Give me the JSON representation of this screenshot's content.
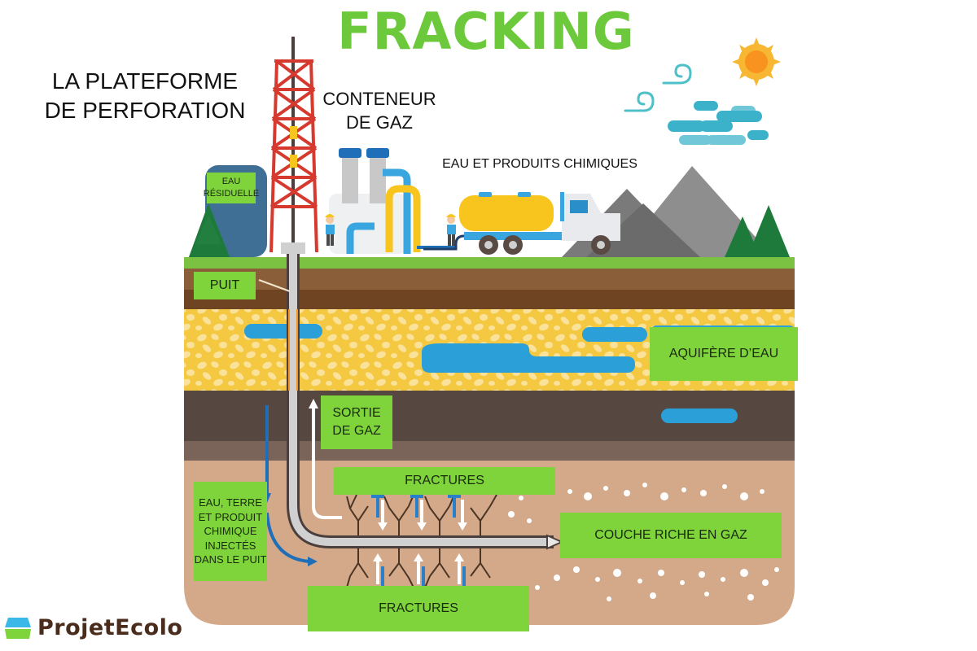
{
  "title": "FRACKING",
  "labels": {
    "drilling_platform": [
      "LA PLATEFORME",
      "DE PERFORATION"
    ],
    "gas_container": [
      "CONTENEUR",
      "DE GAZ"
    ],
    "water_chemicals": "EAU ET PRODUITS CHIMIQUES",
    "waste_water": [
      "EAU",
      "RÉSIDUELLE"
    ],
    "well": "PUIT",
    "aquifer": "AQUIFÈRE D’EAU",
    "gas_exit": [
      "SORTIE",
      "DE GAZ"
    ],
    "fractures_top": "FRACTURES",
    "fractures_bottom": "FRACTURES",
    "gas_rich_layer": "COUCHE RICHE EN GAZ",
    "injection": [
      "EAU, TERRE",
      "ET PRODUIT",
      "CHIMIQUE",
      "INJECTÉS",
      "DANS LE PUIT"
    ]
  },
  "logo": {
    "text": "ProjetEcolo"
  },
  "colors": {
    "title_green": "#6cc93c",
    "label_green": "#7ed43a",
    "grass": "#7cc242",
    "topsoil": "#8a5e38",
    "topsoil_dark": "#6e4422",
    "aquifer_sand": "#f5c842",
    "water": "#2a9fd8",
    "shale_dark": "#564740",
    "shale_mid": "#7a6358",
    "gas_layer": "#d4a98a",
    "derrick_red": "#d63a2f",
    "truck_tank": "#f7c51e",
    "sun": "#f7931e"
  }
}
